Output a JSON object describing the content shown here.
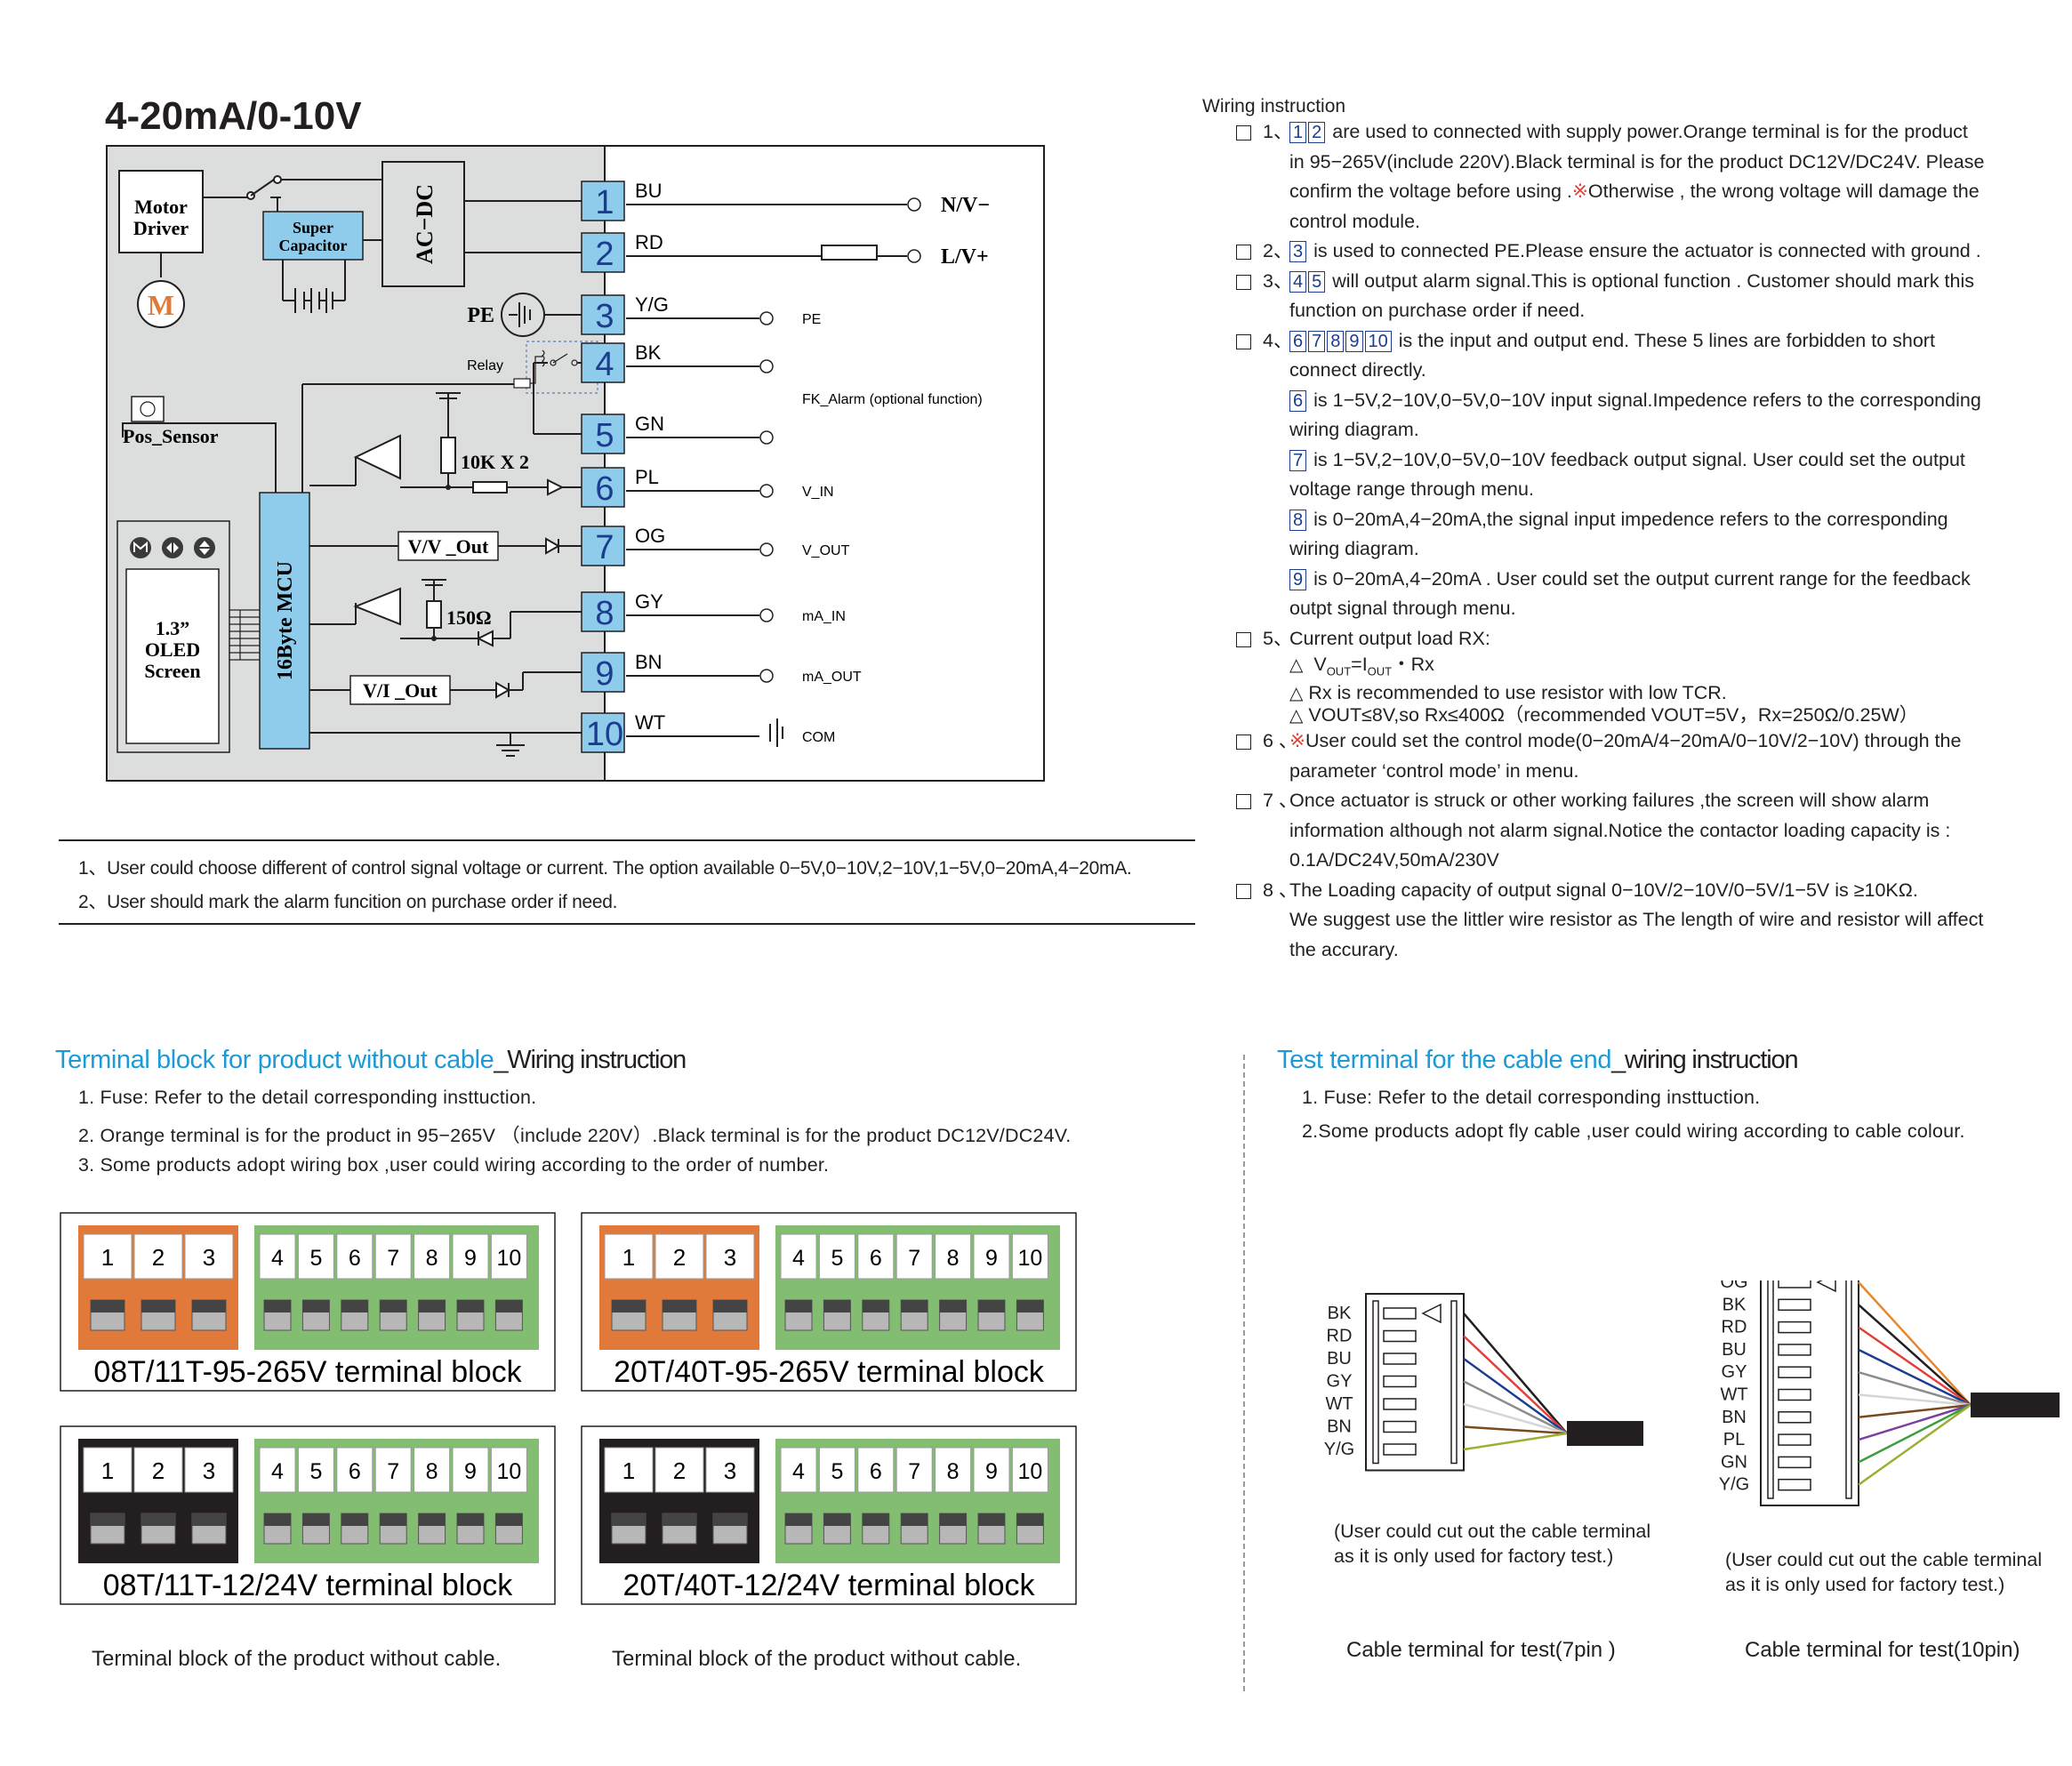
{
  "title": "4-20mA/0-10V",
  "diagram": {
    "motor_driver": [
      "Motor",
      "Driver"
    ],
    "motor_symbol": "M",
    "super_capacitor": [
      "Super",
      "Capacitor"
    ],
    "acdc": "AC−DC",
    "pe_label": "PE",
    "relay_label": "Relay",
    "pos_sensor": "Pos_Sensor",
    "resistor_10k": "10K X 2",
    "resistor_150": "150Ω",
    "vv_out": "V/V _Out",
    "vi_out": "V/I _Out",
    "mcu": "16Byte MCU",
    "oled": [
      "1.3”",
      "OLED",
      "Screen"
    ],
    "terminals": [
      {
        "num": "1",
        "wire": "BU",
        "right": "N/V−"
      },
      {
        "num": "2",
        "wire": "RD",
        "right": "L/V+"
      },
      {
        "num": "3",
        "wire": "Y/G",
        "right": "PE"
      },
      {
        "num": "4",
        "wire": "BK",
        "right": ""
      },
      {
        "num": "5",
        "wire": "GN",
        "right": ""
      },
      {
        "num": "6",
        "wire": "PL",
        "right": "V_IN"
      },
      {
        "num": "7",
        "wire": "OG",
        "right": "V_OUT"
      },
      {
        "num": "8",
        "wire": "GY",
        "right": "mA_IN"
      },
      {
        "num": "9",
        "wire": "BN",
        "right": "mA_OUT"
      },
      {
        "num": "10",
        "wire": "WT",
        "right": "COM"
      }
    ],
    "fk_alarm": "FK_Alarm (optional function)"
  },
  "notes": [
    "1、User could choose different  of control signal  voltage or current. The option available 0−5V,0−10V,2−10V,1−5V,0−20mA,4−20mA.",
    "2、User should mark the alarm funcition on purchase order if need."
  ],
  "wiring": {
    "title": "Wiring instruction",
    "i1_num": "1、",
    "i1_boxes": [
      "1",
      "2"
    ],
    "i1_a": "are used to connected with  supply power.Orange terminal is for the product",
    "i1_b": "in 95−265V(include 220V).Black terminal is for the product DC12V/DC24V. Please",
    "i1_c1": "confirm the voltage before using .",
    "i1_c_mark": "※",
    "i1_c2": "Otherwise , the wrong voltage will damage the",
    "i1_d": "control module.",
    "i2_num": "2、",
    "i2_box": "3",
    "i2_a": "is used to connected PE.Please  ensure the actuator is connected with ground .",
    "i3_num": "3、",
    "i3_boxes": [
      "4",
      "5"
    ],
    "i3_a": "will output alarm signal.This is optional function . Customer should mark this",
    "i3_b": "function on purchase order if need.",
    "i4_num": "4、",
    "i4_boxes": [
      "6",
      "7",
      "8",
      "9",
      "10"
    ],
    "i4_a": "is the input and output end. These 5 lines are forbidden to short",
    "i4_b": "connect directly.",
    "s6_box": "6",
    "s6_a": "is 1−5V,2−10V,0−5V,0−10V input signal.Impedence refers to the corresponding",
    "s6_b": "wiring diagram.",
    "s7_box": "7",
    "s7_a": "is 1−5V,2−10V,0−5V,0−10V feedback output signal. User could set the output",
    "s7_b": "voltage range through menu.",
    "s8_box": "8",
    "s8_a": "is 0−20mA,4−20mA,the signal input impedence refers to the corresponding",
    "s8_b": "wiring diagram.",
    "s9_box": "9",
    "s9_a": "is 0−20mA,4−20mA . User could set the output current range for the feedback",
    "s9_b": "outpt signal through menu.",
    "i5_num": "5、",
    "i5_a": "Current output  load RX:",
    "i5_tri": "△",
    "i5_f_v": "V",
    "i5_f_vsub": "OUT",
    "i5_f_eq": "=I",
    "i5_f_isub": "OUT",
    "i5_f_rest": "・Rx",
    "i5_c": "Rx is recommended to use resistor with low TCR.",
    "i5_d": "VOUT≤8V,so Rx≤400Ω（recommended VOUT=5V，Rx=250Ω/0.25W）",
    "i6_num": "6 、",
    "i6_mark": "※",
    "i6_a": "User could set the control mode(0−20mA/4−20mA/0−10V/2−10V)  through the",
    "i6_b": "parameter  ‘control mode’ in menu.",
    "i7_num": "7 、",
    "i7_a": "Once actuator is struck or other working failures ,the screen will show alarm",
    "i7_b": "information although not alarm signal.Notice the contactor loading capacity is :",
    "i7_c": "0.1A/DC24V,50mA/230V",
    "i8_num": "8 、",
    "i8_a": "The Loading capacity  of output signal  0−10V/2−10V/0−5V/1−5V is  ≥10KΩ.",
    "i8_b": "We suggest use the littler wire resistor as The length of wire and resistor will affect",
    "i8_c": "the accurary."
  },
  "left_section": {
    "title_blue": "Terminal block for product without cable",
    "title_black": "_Wiring instruction",
    "lines": [
      "1. Fuse: Refer to the detail corresponding insttuction.",
      "2. Orange terminal is for the product in 95−265V （include 220V）.Black terminal is for the product DC12V/DC24V.",
      "3. Some products adopt wiring box ,user could wiring according to the order of number."
    ],
    "blocks": [
      {
        "label": "08T/11T-95-265V terminal block"
      },
      {
        "label": "20T/40T-95-265V terminal block"
      },
      {
        "label": "08T/11T-12/24V terminal block"
      },
      {
        "label": "20T/40T-12/24V terminal block"
      }
    ],
    "left_nums": [
      "1",
      "2",
      "3"
    ],
    "right_nums": [
      "4",
      "5",
      "6",
      "7",
      "8",
      "9",
      "10"
    ],
    "captions": [
      "Terminal block of the product without cable.",
      "Terminal block of the product without cable."
    ],
    "colors": {
      "orange": "#e0793a",
      "black": "#231f20",
      "green": "#83bd72",
      "blue_title": "#1d9ad6"
    }
  },
  "right_section": {
    "title_blue": "Test terminal for the cable end",
    "title_black": "_wiring instruction",
    "lines": [
      "1. Fuse: Refer to the detail corresponding insttuction.",
      "2.Some products adopt fly cable ,user could wiring according to cable colour."
    ],
    "cable7": {
      "wires": [
        "BK",
        "RD",
        "BU",
        "GY",
        "WT",
        "BN",
        "Y/G"
      ],
      "note": [
        "(User could cut out the cable terminal",
        "as it is only used for factory test.)"
      ],
      "caption": "Cable terminal for test(7pin )"
    },
    "cable10": {
      "wires": [
        "OG",
        "BK",
        "RD",
        "BU",
        "GY",
        "WT",
        "BN",
        "PL",
        "GN",
        "Y/G"
      ],
      "note": [
        "(User could cut out the cable terminal",
        "as it is only used for factory test.)"
      ],
      "caption": "Cable terminal for test(10pin)"
    }
  }
}
